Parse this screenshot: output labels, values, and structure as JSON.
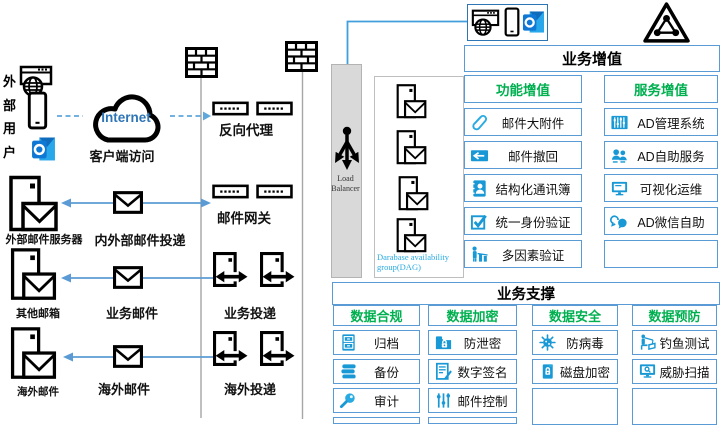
{
  "left": {
    "external_user": "外部用户",
    "client_access": "客户端访问",
    "internet": "Internet",
    "reverse_proxy": "反向代理",
    "mail_gateway": "邮件网关",
    "external_mail_server": "外部邮件服务器",
    "internal_external_delivery": "内外部邮件投递",
    "other_mailbox": "其他邮箱",
    "business_mail": "业务邮件",
    "business_delivery": "业务投递",
    "overseas_mailbox": "海外邮件",
    "overseas_mail": "海外邮件",
    "overseas_delivery": "海外投递",
    "load_balancer_line1": "Load",
    "load_balancer_line2": "Balancer",
    "dag_label": "Darabase availability group(DAG)"
  },
  "panels": {
    "value_add": {
      "title": "业务增值",
      "columns": [
        {
          "header": "功能增值",
          "items": [
            {
              "icon": "paperclip-icon",
              "label": "邮件大附件"
            },
            {
              "icon": "mail-recall-icon",
              "label": "邮件撤回"
            },
            {
              "icon": "address-book-icon",
              "label": "结构化通讯簿"
            },
            {
              "icon": "checkbox-icon",
              "label": "统一身份验证"
            },
            {
              "icon": "mfa-icon",
              "label": "多因素验证"
            }
          ]
        },
        {
          "header": "服务增值",
          "items": [
            {
              "icon": "equalizer-icon",
              "label": "AD管理系统"
            },
            {
              "icon": "people-icon",
              "label": "AD自助服务"
            },
            {
              "icon": "monitor-icon",
              "label": "可视化运维"
            },
            {
              "icon": "wechat-icon",
              "label": "AD微信自助"
            }
          ]
        }
      ]
    },
    "support": {
      "title": "业务支撑",
      "columns": [
        {
          "header": "数据合规",
          "items": [
            {
              "icon": "archive-cabinet-icon",
              "label": "归档"
            },
            {
              "icon": "backup-disks-icon",
              "label": "备份"
            },
            {
              "icon": "audit-magnifier-icon",
              "label": "审计"
            }
          ]
        },
        {
          "header": "数据加密",
          "items": [
            {
              "icon": "folder-lock-icon",
              "label": "防泄密"
            },
            {
              "icon": "signature-icon",
              "label": "数字签名"
            },
            {
              "icon": "mail-control-icon",
              "label": "邮件控制"
            }
          ]
        },
        {
          "header": "数据安全",
          "items": [
            {
              "icon": "virus-icon",
              "label": "防病毒"
            },
            {
              "icon": "disk-lock-icon",
              "label": "磁盘加密"
            }
          ]
        },
        {
          "header": "数据预防",
          "items": [
            {
              "icon": "phishing-icon",
              "label": "钓鱼测试"
            },
            {
              "icon": "threat-scan-icon",
              "label": "威胁扫描"
            }
          ]
        }
      ]
    }
  },
  "colors": {
    "panel_border": "#5b9bd5",
    "header_green": "#00b050",
    "icon_blue": "#1898d5",
    "icon_blue_light": "#29abe2",
    "connector_blue": "#5b9bd5",
    "gray_line": "#a6a6a6",
    "lb_fill": "#d9d9d9",
    "outlook_blue": "#0f78d4",
    "outlook_light": "#28a8ea"
  }
}
